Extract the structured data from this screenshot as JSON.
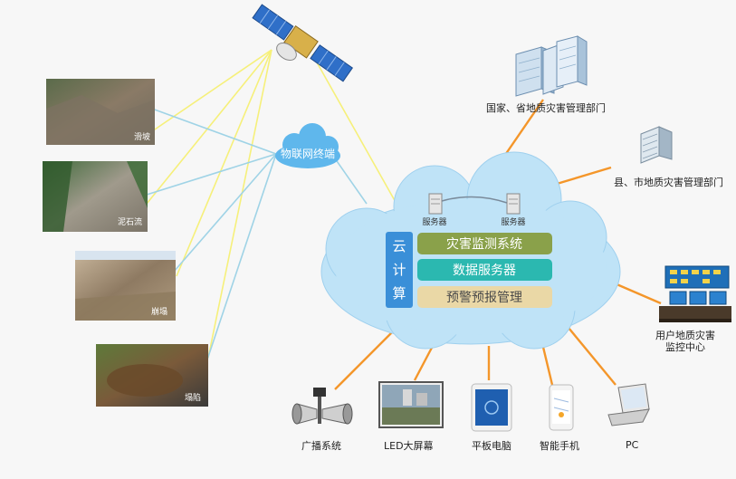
{
  "satellite": {
    "icon": "satellite-icon"
  },
  "iot_terminal": {
    "label": "物联网终端",
    "icon": "cloud-icon"
  },
  "photos": [
    {
      "caption": "滑坡"
    },
    {
      "caption": "泥石流"
    },
    {
      "caption": "崩塌"
    },
    {
      "caption": "塌陷"
    }
  ],
  "agencies": {
    "national": "国家、省地质灾害管理部门",
    "county": "县、市地质灾害管理部门",
    "monitor_center": "用户地质灾害\n监控中心"
  },
  "cloud": {
    "server_left": "服务器",
    "server_right": "服务器",
    "side_label": "云计算",
    "boxes": [
      "灾害监测系统",
      "数据服务器",
      "预警预报管理"
    ],
    "colors": {
      "box1": "#8aa14a",
      "box2": "#2bb8b0",
      "box3": "#ead8a6",
      "side": "#3a8fd8",
      "cloud": "#bfe3f7"
    }
  },
  "devices": [
    {
      "label": "广播系统",
      "icon": "loudspeaker-icon"
    },
    {
      "label": "LED大屏幕",
      "icon": "led-screen-icon"
    },
    {
      "label": "平板电脑",
      "icon": "tablet-icon"
    },
    {
      "label": "智能手机",
      "icon": "smartphone-icon"
    },
    {
      "label": "PC",
      "icon": "laptop-icon"
    }
  ],
  "line_colors": {
    "satellite": "#f6f07a",
    "iot": "#9fd3e6",
    "orange": "#f4962a"
  }
}
